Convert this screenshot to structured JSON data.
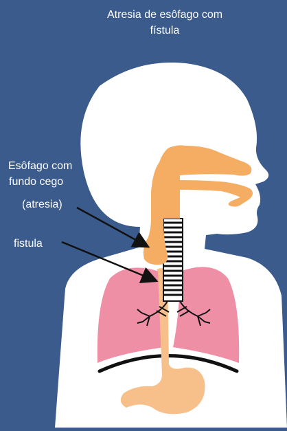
{
  "title": {
    "line1": "Atresia de esôfago com",
    "line2": "fístula"
  },
  "labels": {
    "esophagus_line1": "Esôfago com",
    "esophagus_line2": "fundo cego",
    "atresia": "(atresia)",
    "fistula": "fistula"
  },
  "colors": {
    "background": "#3b5b8c",
    "body": "#ffffff",
    "esophagus": "#f5ad63",
    "lower_esophagus": "#f7c08a",
    "lungs": "#ef8fa5",
    "trachea_rings": "#111111",
    "diaphragm": "#111111"
  }
}
